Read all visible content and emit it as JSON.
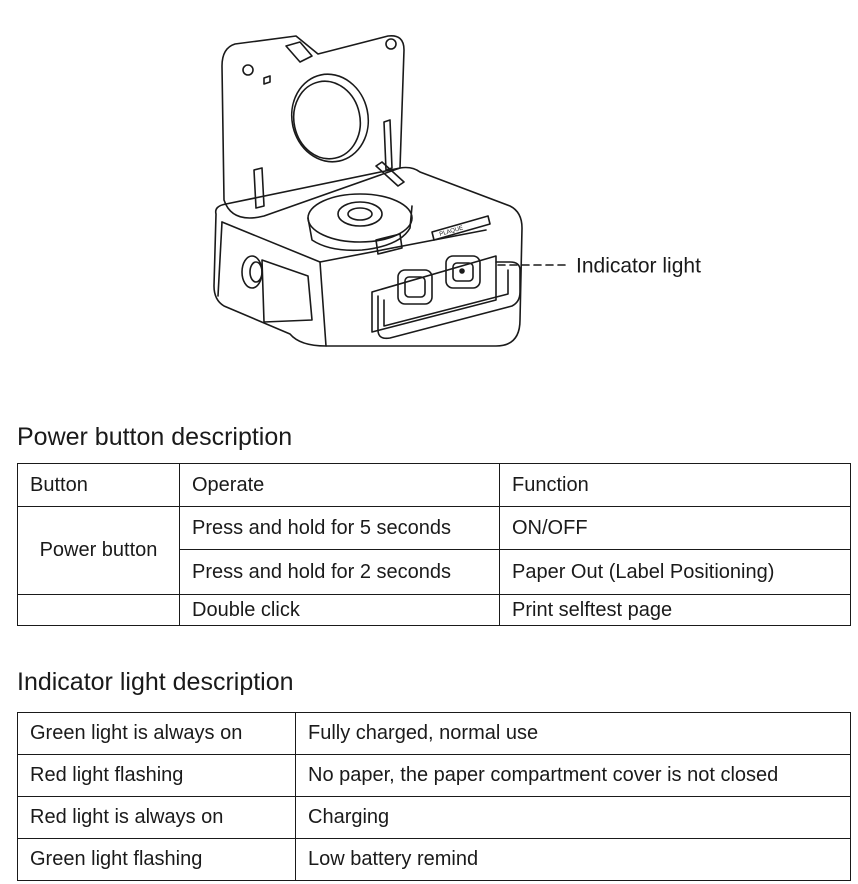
{
  "illustration": {
    "callout_label": "Indicator light",
    "brand_mark": "PLAQUE"
  },
  "power_section": {
    "title": "Power button description",
    "headers": [
      "Button",
      "Operate",
      "Function"
    ],
    "button_name": "Power button",
    "rows": [
      {
        "operate": "Press and hold for 5 seconds",
        "function": "ON/OFF"
      },
      {
        "operate": "Press and hold for 2 seconds",
        "function": "Paper Out (Label Positioning)"
      },
      {
        "operate": "Double click",
        "function": "Print selftest page"
      }
    ]
  },
  "indicator_section": {
    "title": "Indicator light description",
    "rows": [
      {
        "state": "Green light is always on",
        "meaning": "Fully charged, normal use"
      },
      {
        "state": "Red light flashing",
        "meaning": "No paper, the paper compartment cover is not closed"
      },
      {
        "state": "Red light is always on",
        "meaning": "Charging"
      },
      {
        "state": "Green light flashing",
        "meaning": "Low battery remind"
      }
    ]
  }
}
